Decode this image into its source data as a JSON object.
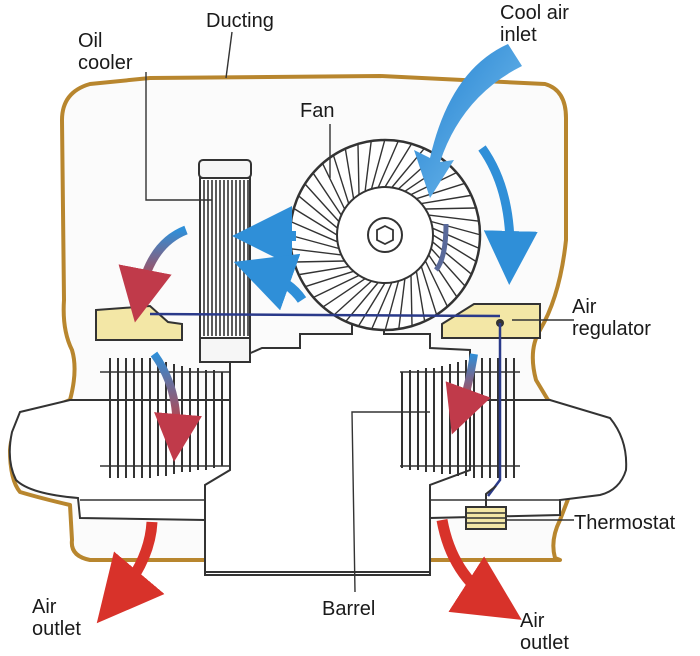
{
  "labels": {
    "ducting": "Ducting",
    "oil_cooler": "Oil\ncooler",
    "fan": "Fan",
    "cool_air_inlet": "Cool air\ninlet",
    "air_regulator": "Air\nregulator",
    "thermostat": "Thermostat",
    "barrel": "Barrel",
    "air_outlet_left": "Air\noutlet",
    "air_outlet_right": "Air\noutlet"
  },
  "colors": {
    "ducting": "#b8862e",
    "cool_air": "#2f8fd8",
    "warm_air": "#d8322a",
    "regulator": "#f3e7a6",
    "rod": "#2a3a8a"
  }
}
